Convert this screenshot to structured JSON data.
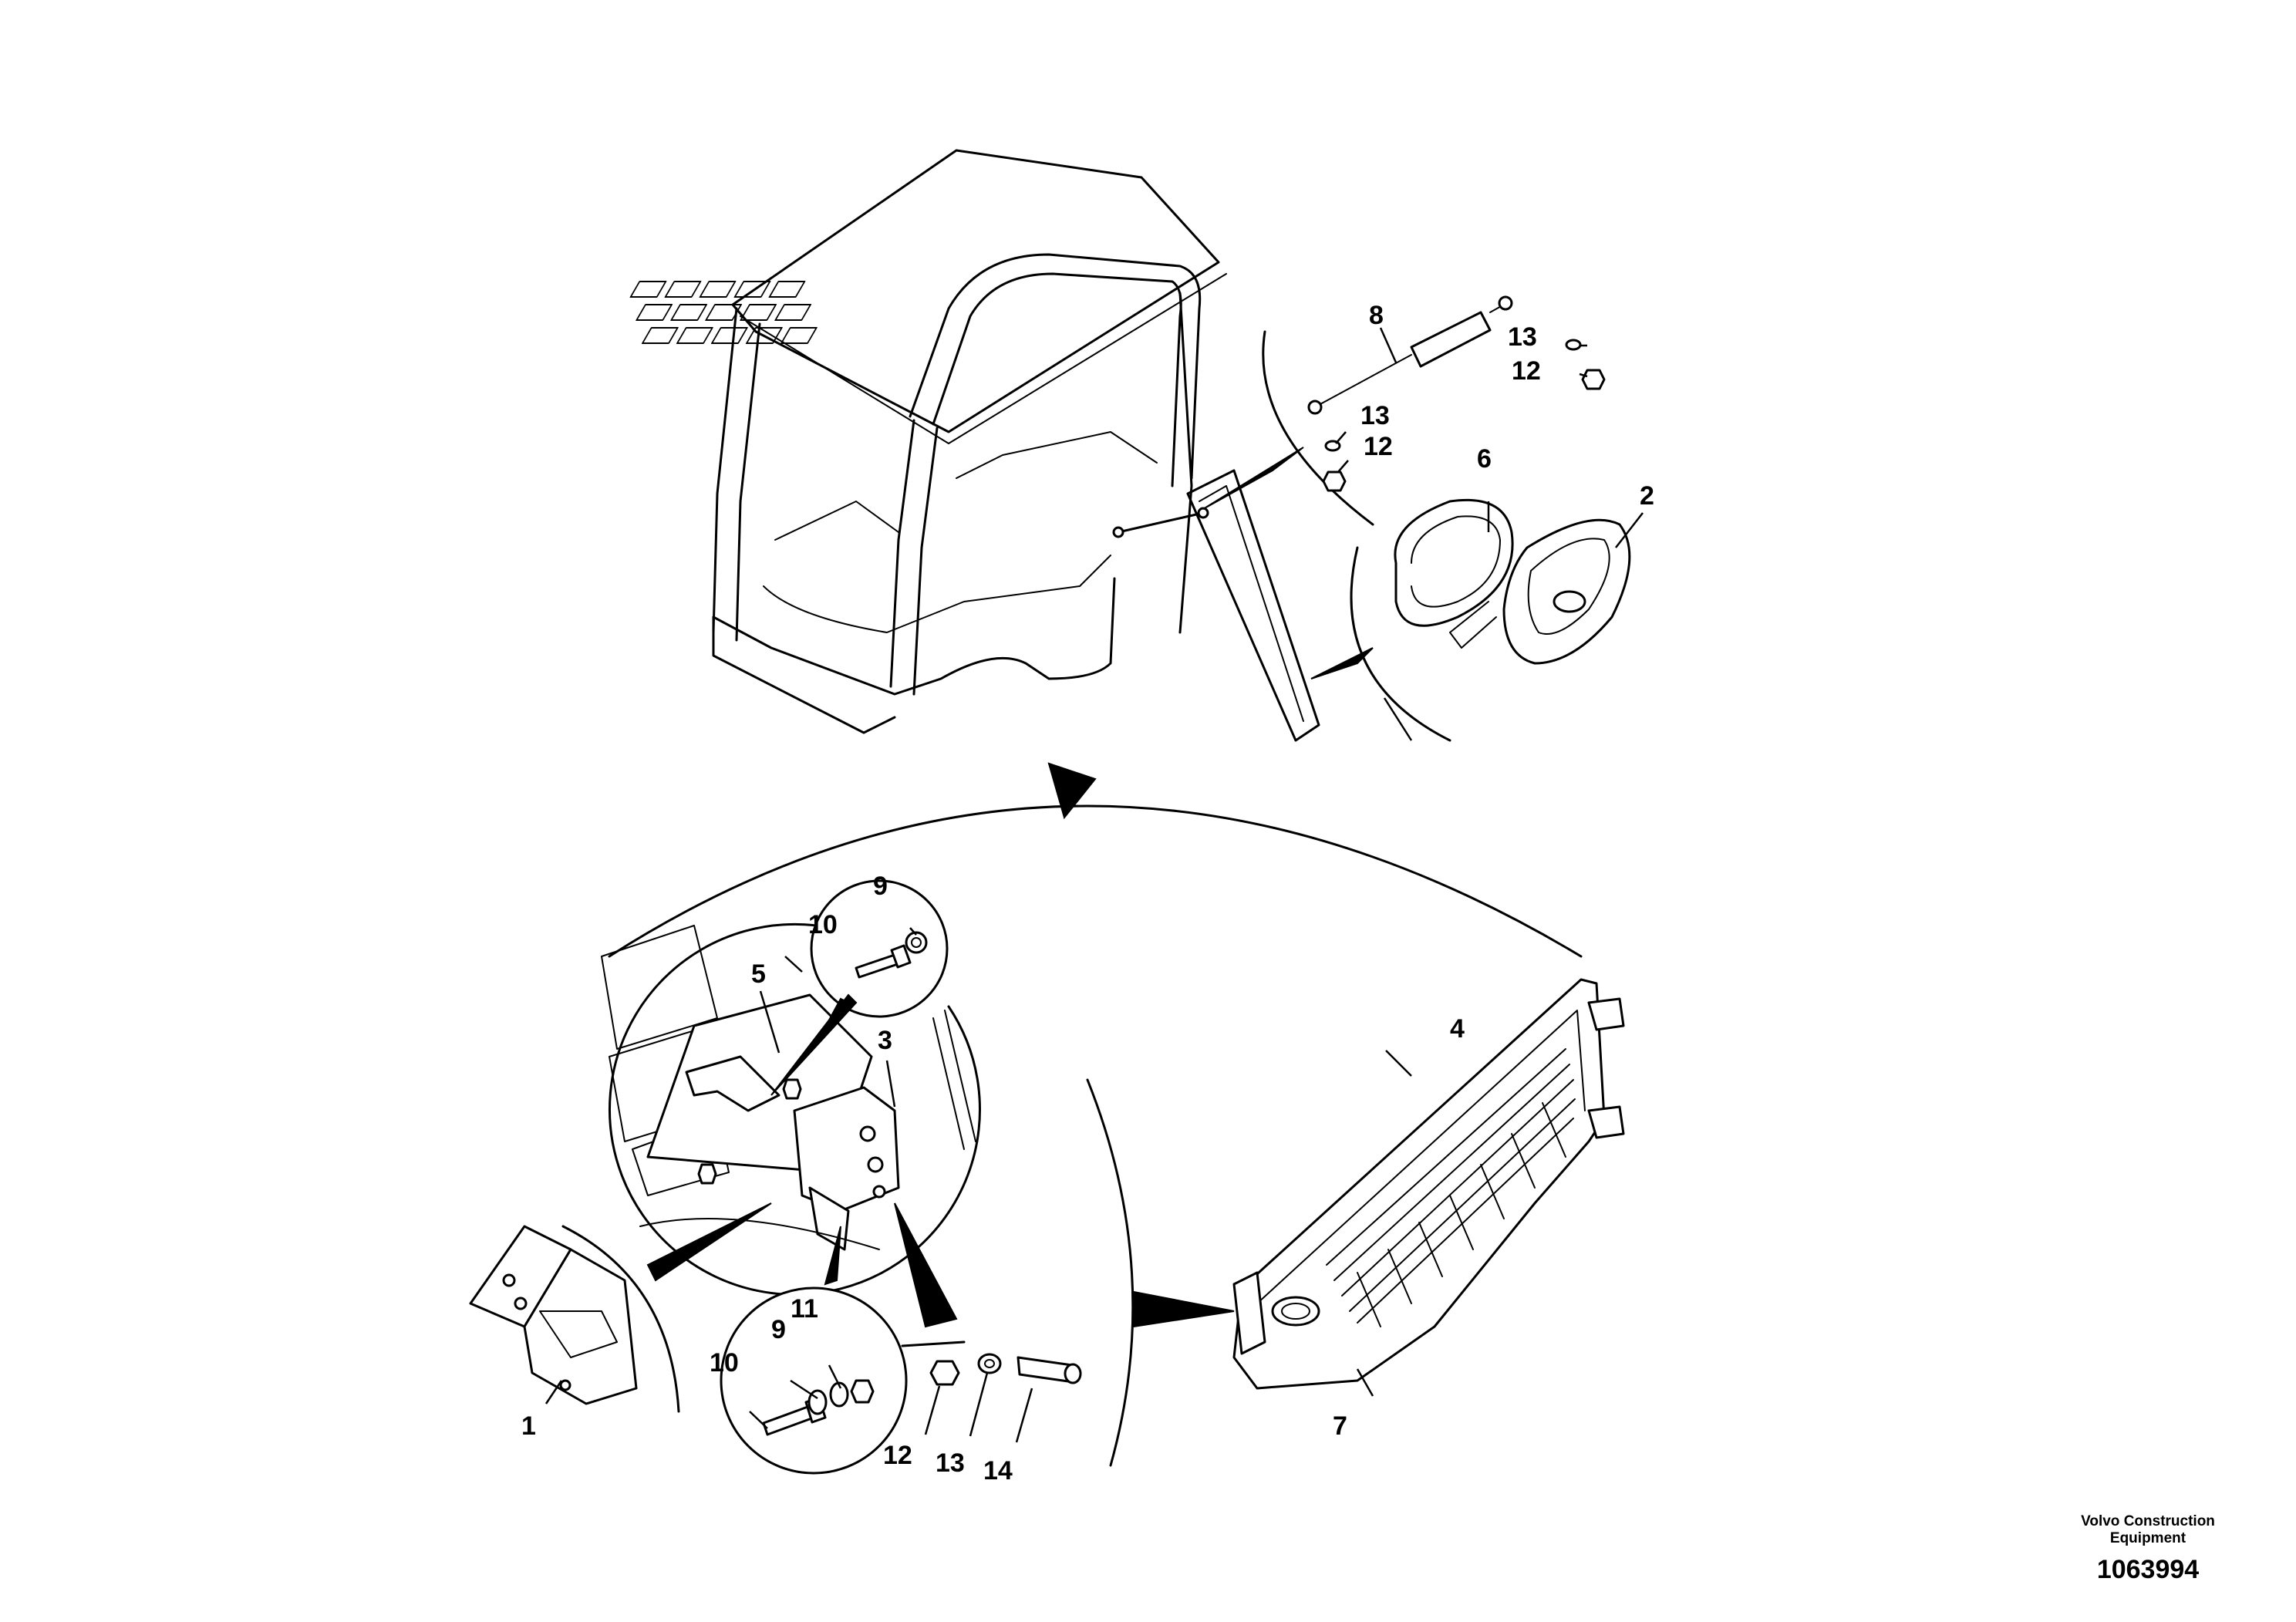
{
  "callouts": {
    "c1": "1",
    "c2": "2",
    "c3": "3",
    "c4": "4",
    "c5": "5",
    "c6": "6",
    "c7": "7",
    "c8": "8",
    "c9a": "9",
    "c9b": "9",
    "c10a": "10",
    "c10b": "10",
    "c11": "11",
    "c12a": "12",
    "c12b": "12",
    "c12c": "12",
    "c13a": "13",
    "c13b": "13",
    "c13c": "13",
    "c14": "14"
  },
  "footer": {
    "brand_line1": "Volvo Construction",
    "brand_line2": "Equipment",
    "document_number": "1063994"
  }
}
